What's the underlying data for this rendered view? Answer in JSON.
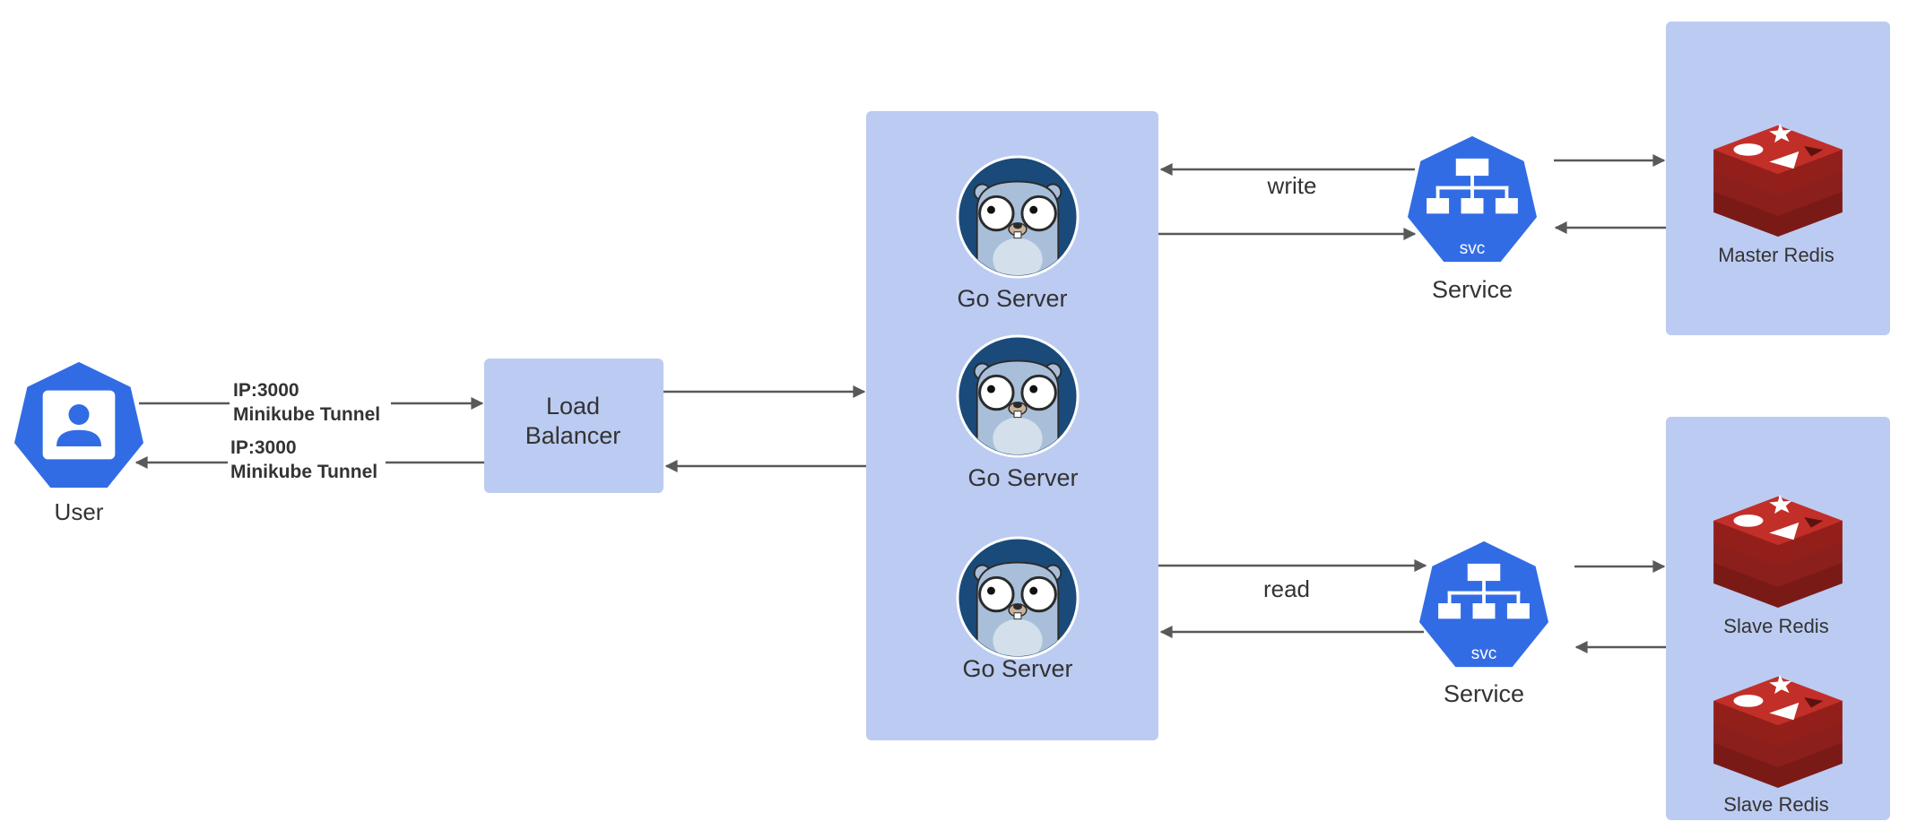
{
  "colors": {
    "container": "#bccbf2",
    "k8s_blue": "#326ce5",
    "gopher_bg": "#1a4a7a",
    "gopher_body": "#a9bfd9",
    "redis_red": "#a32521",
    "redis_dark": "#7a1a17",
    "arrow": "#595959",
    "text": "#333333"
  },
  "user": {
    "label": "User",
    "icon": "user-icon"
  },
  "edges": {
    "user_to_lb": {
      "line1": "IP:3000",
      "line2": "Minikube Tunnel"
    },
    "lb_to_user": {
      "line1": "IP:3000",
      "line2": "Minikube Tunnel"
    },
    "write": "write",
    "read": "read"
  },
  "load_balancer": {
    "line1": "Load",
    "line2": "Balancer"
  },
  "go_servers": [
    {
      "label": "Go Server",
      "icon": "gopher-icon"
    },
    {
      "label": "Go Server",
      "icon": "gopher-icon"
    },
    {
      "label": "Go Server",
      "icon": "gopher-icon"
    }
  ],
  "services": [
    {
      "label": "Service",
      "badge": "svc",
      "icon": "service-icon"
    },
    {
      "label": "Service",
      "badge": "svc",
      "icon": "service-icon"
    }
  ],
  "redis": {
    "master": {
      "label": "Master Redis",
      "icon": "redis-icon"
    },
    "slaves": [
      {
        "label": "Slave Redis",
        "icon": "redis-icon"
      },
      {
        "label": "Slave Redis",
        "icon": "redis-icon"
      }
    ]
  }
}
